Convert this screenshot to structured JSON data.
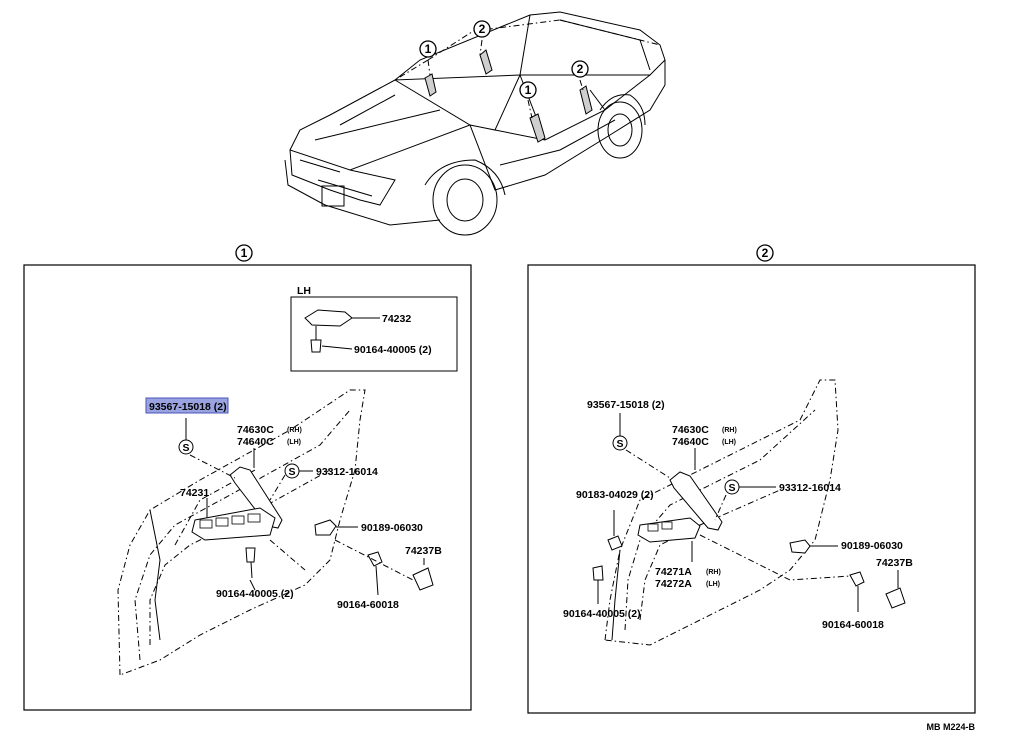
{
  "callouts": {
    "one": "1",
    "two": "2"
  },
  "panel_1": {
    "header": "1",
    "inset_label": "LH",
    "parts": {
      "p74232": "74232",
      "p90164_40005_inset": "90164-40005 (2)",
      "p93567_15018": "93567-15018 (2)",
      "p74630c": "74630C",
      "p74630c_side": "(RH)",
      "p74640c": "74640C",
      "p74640c_side": "(LH)",
      "p93312_16014": "93312-16014",
      "p74231": "74231",
      "p90189_06030": "90189-06030",
      "p74237b": "74237B",
      "p90164_40005": "90164-40005 (2)",
      "p90164_60018": "90164-60018"
    },
    "s_mark": "S",
    "highlighted_part": "93567-15018 (2)"
  },
  "panel_2": {
    "header": "2",
    "parts": {
      "p93567_15018": "93567-15018 (2)",
      "p74630c": "74630C",
      "p74630c_side": "(RH)",
      "p74640c": "74640C",
      "p74640c_side": "(LH)",
      "p93312_16014": "93312-16014",
      "p90183_04029": "90183-04029 (2)",
      "p90189_06030": "90189-06030",
      "p74237b": "74237B",
      "p74271a": "74271A",
      "p74271a_side": "(RH)",
      "p74272a": "74272A",
      "p74272a_side": "(LH)",
      "p90164_40005": "90164-40005 (2)",
      "p90164_60018": "90164-60018"
    },
    "s_mark": "S"
  },
  "footer_code": "MB  M224-B",
  "colors": {
    "highlight": "#9aa3e0",
    "line": "#000000",
    "background": "#ffffff"
  }
}
